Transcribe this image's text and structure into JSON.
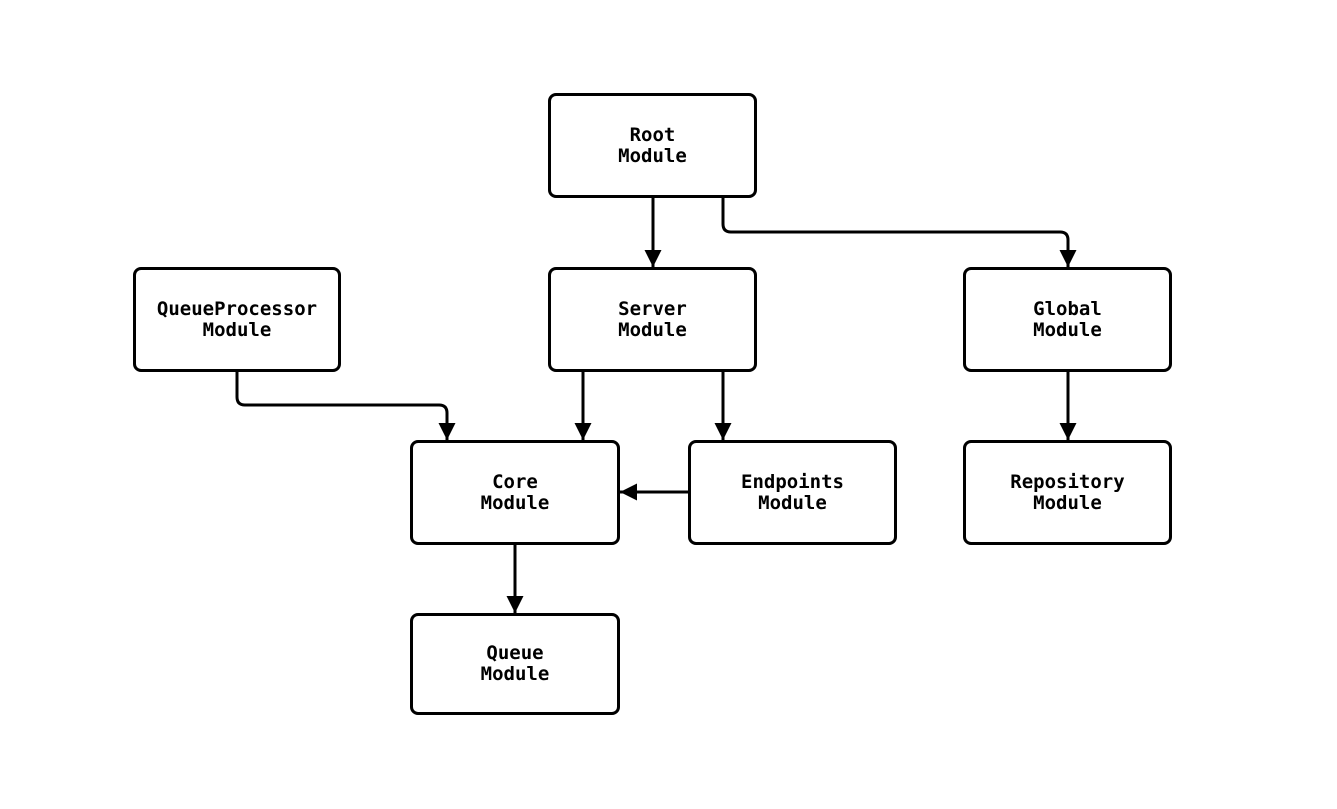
{
  "diagram": {
    "type": "flowchart",
    "direction": "top-down",
    "colors": {
      "background": "#ffffff",
      "node_fill": "#ffffff",
      "node_border": "#000000",
      "edge": "#000000",
      "text": "#000000"
    },
    "nodes": {
      "root": {
        "label": "Root\nModule"
      },
      "queueprocessor": {
        "label": "QueueProcessor\nModule"
      },
      "server": {
        "label": "Server\nModule"
      },
      "global": {
        "label": "Global\nModule"
      },
      "core": {
        "label": "Core\nModule"
      },
      "endpoints": {
        "label": "Endpoints\nModule"
      },
      "repository": {
        "label": "Repository\nModule"
      },
      "queue": {
        "label": "Queue\nModule"
      }
    },
    "edges": [
      {
        "from": "Root Module",
        "to": "Server Module"
      },
      {
        "from": "Root Module",
        "to": "Global Module"
      },
      {
        "from": "QueueProcessor Module",
        "to": "Core Module"
      },
      {
        "from": "Server Module",
        "to": "Core Module"
      },
      {
        "from": "Server Module",
        "to": "Endpoints Module"
      },
      {
        "from": "Endpoints Module",
        "to": "Core Module"
      },
      {
        "from": "Global Module",
        "to": "Repository Module"
      },
      {
        "from": "Core Module",
        "to": "Queue Module"
      }
    ]
  }
}
